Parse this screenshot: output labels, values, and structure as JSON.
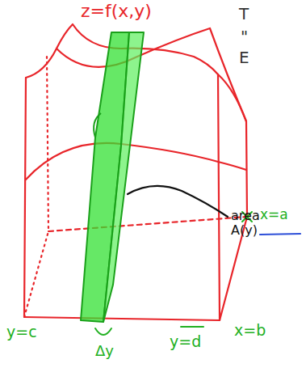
{
  "diagram": {
    "labels": [
      "z=f(x,y)",
      "T",
      "\"",
      "E",
      "area A(y)",
      "x=a",
      "y=c",
      "Δy",
      "y=d",
      "x=b"
    ]
  }
}
